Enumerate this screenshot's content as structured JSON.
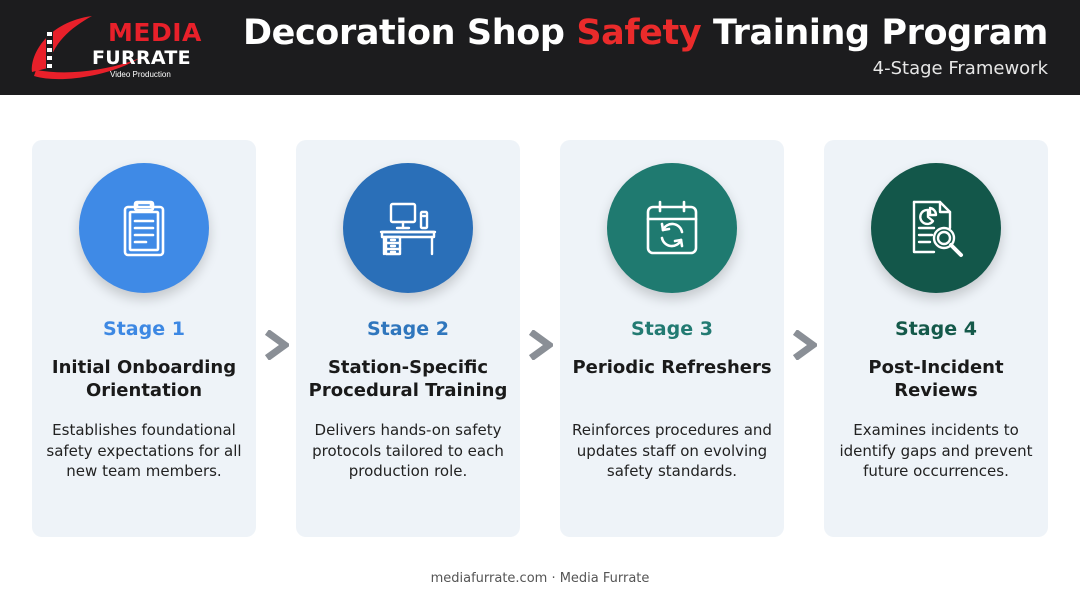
{
  "header": {
    "logo_line1": "MEDIA",
    "logo_line2": "FURRATE",
    "logo_line3": "Video Production",
    "title_part1": "Decoration Shop ",
    "title_accent": "Safety",
    "title_part2": " Training Program",
    "subtitle": "4-Stage Framework"
  },
  "colors": {
    "header_bg": "#1c1c1e",
    "accent_red": "#ea2b2b",
    "card_bg": "#eef3f8",
    "chevron": "#8a8f96"
  },
  "stages": [
    {
      "label": "Stage 1",
      "name": "Initial Onboarding Orientation",
      "description": "Establishes foundational safety expectations for all new team members.",
      "icon": "clipboard-icon",
      "color": "#3d88e3",
      "circle_color": "#3f8ae6"
    },
    {
      "label": "Stage 2",
      "name": "Station-Specific Procedural Training",
      "description": "Delivers hands-on safety protocols tailored to each production role.",
      "icon": "workstation-desk-icon",
      "color": "#2f76bd",
      "circle_color": "#2a6fb8"
    },
    {
      "label": "Stage 3",
      "name": "Periodic Refreshers",
      "description": "Reinforces procedures and updates staff on evolving safety standards.",
      "icon": "calendar-refresh-icon",
      "color": "#227a72",
      "circle_color": "#1f7a70"
    },
    {
      "label": "Stage 4",
      "name": "Post-Incident Reviews",
      "description": "Examines incidents to identify gaps and prevent future occurrences.",
      "icon": "report-magnifier-icon",
      "color": "#14594a",
      "circle_color": "#13574a"
    }
  ],
  "footer": "mediafurrate.com · Media Furrate"
}
